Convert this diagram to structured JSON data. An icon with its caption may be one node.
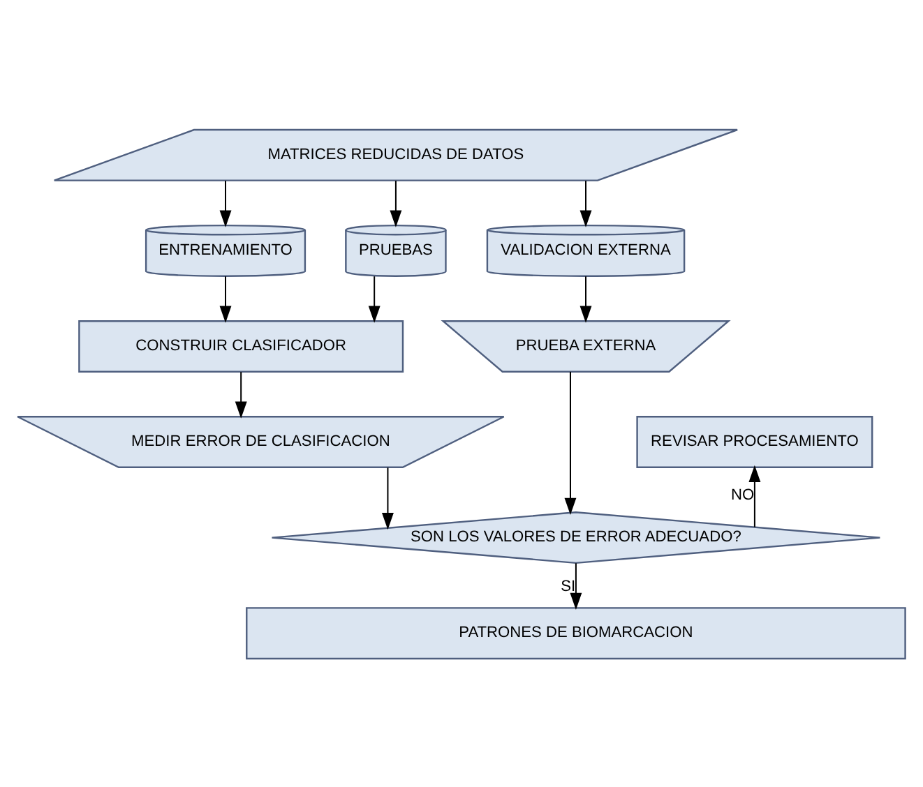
{
  "diagram": {
    "nodes": [
      {
        "text": [
          "MATRICES REDUCIDAS DE DATOS"
        ]
      },
      {
        "text": [
          "ENTRENAMIENTO"
        ]
      },
      {
        "text": [
          "PRUEBAS"
        ]
      },
      {
        "text": [
          "VALIDACION EXTERNA"
        ]
      },
      {
        "text": [
          "CONSTRUIR CLASIFICADOR"
        ]
      },
      {
        "text": [
          "PRUEBA EXTERNA"
        ]
      },
      {
        "text": [
          "MEDIR ERROR DE CLASIFICACION"
        ]
      },
      {
        "text": [
          "REVISAR PROCESAMIENTO"
        ]
      },
      {
        "text": [
          "SON LOS VALORES DE ERROR ADECUADO?"
        ]
      },
      {
        "text": [
          "PATRONES DE BIOMARCACION"
        ]
      }
    ],
    "edges": [
      {
        "from": 0,
        "to": 1,
        "arrow": "to"
      },
      {
        "from": 0,
        "to": 2,
        "arrow": "to"
      },
      {
        "from": 0,
        "to": 3,
        "arrow": "to"
      },
      {
        "from": 1,
        "to": 4,
        "arrow": "to"
      },
      {
        "from": 2,
        "to": 4,
        "arrow": "to"
      },
      {
        "from": 3,
        "to": 5,
        "arrow": "to"
      },
      {
        "from": 4,
        "to": 6,
        "arrow": "to"
      },
      {
        "from": 6,
        "to": 8,
        "arrow": "to"
      },
      {
        "from": 5,
        "to": 8,
        "arrow": "to"
      },
      {
        "from": 8,
        "to": 7,
        "label": "NO",
        "arrow": "to"
      },
      {
        "from": 8,
        "to": 9,
        "label": "SI",
        "arrow": "to"
      }
    ]
  }
}
